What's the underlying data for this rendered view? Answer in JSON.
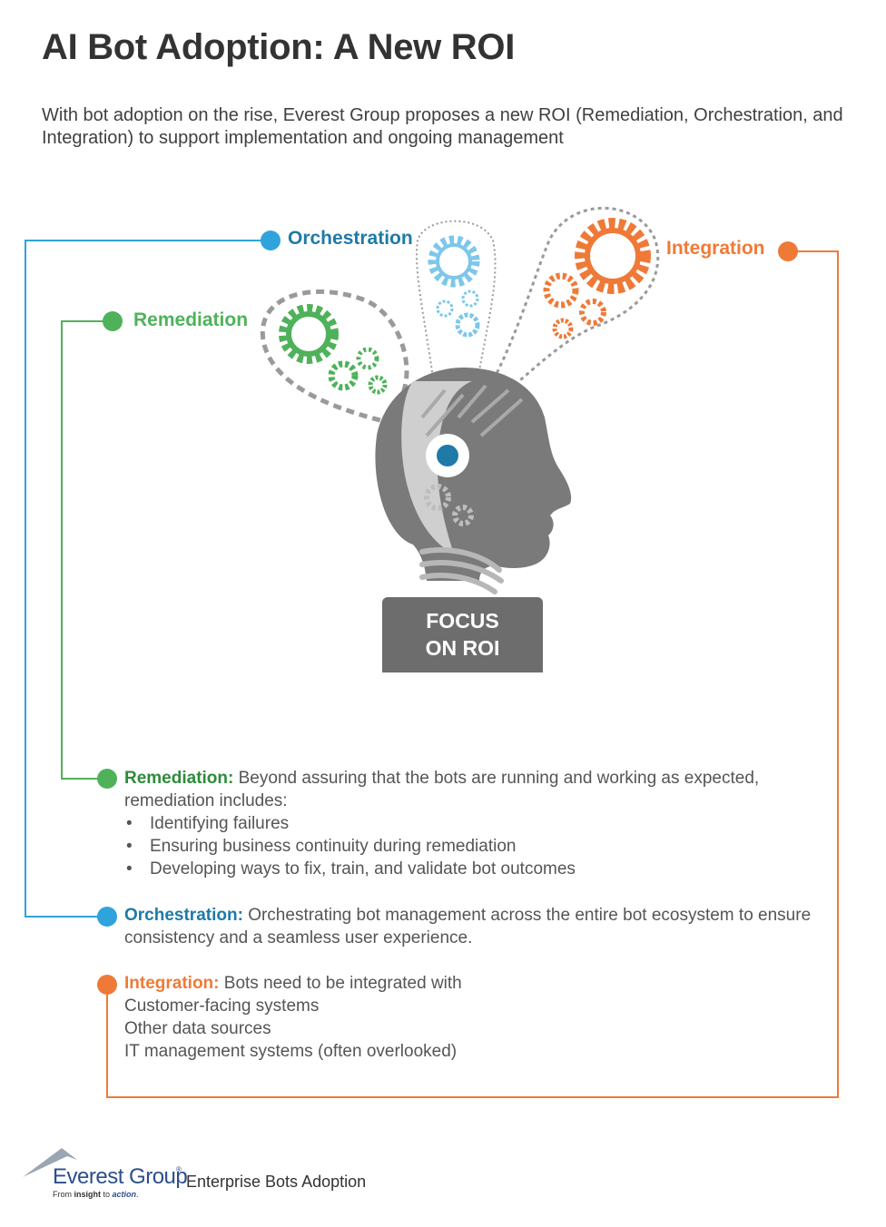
{
  "title": "AI Bot Adoption: A New ROI",
  "subtitle": "With bot adoption on the rise, Everest Group proposes a new ROI (Remediation, Orchestration, and Integration) to support implementation and ongoing management",
  "diagram": {
    "labels": {
      "orchestration": "Orchestration",
      "remediation": "Remediation",
      "integration": "Integration"
    },
    "focus_line1": "FOCUS",
    "focus_line2": "ON ROI"
  },
  "sections": {
    "remediation": {
      "heading": "Remediation:",
      "text": " Beyond assuring that the bots are running and working as expected, remediation includes:",
      "bullets": [
        "Identifying failures",
        "Ensuring business continuity during remediation",
        "Developing ways to fix, train, and validate bot outcomes"
      ]
    },
    "orchestration": {
      "heading": "Orchestration:",
      "text": " Orchestrating bot management across the entire bot ecosystem to ensure consistency and a seamless user experience."
    },
    "integration": {
      "heading": "Integration:",
      "text": " Bots need to be integrated with",
      "items": [
        "Customer-facing systems",
        "Other data sources",
        "IT management systems (often overlooked)"
      ]
    }
  },
  "footer": {
    "brand": "Everest Group",
    "registered": "®",
    "tagline_prefix": "From ",
    "tagline_insight": "insight",
    "tagline_mid": " to ",
    "tagline_action": "action",
    "tagline_end": ".",
    "label": "Enterprise Bots Adoption"
  },
  "colors": {
    "remediation": "#4fb25a",
    "orchestration": "#2fa3dc",
    "integration": "#ef7a38",
    "head": "#7a7a7a"
  }
}
